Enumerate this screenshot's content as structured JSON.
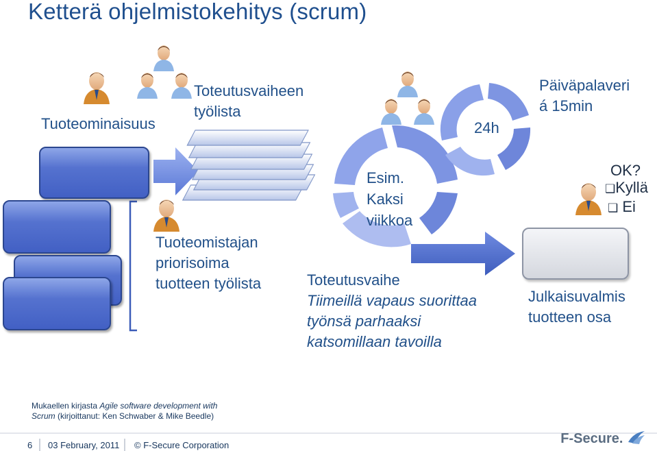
{
  "title": "Ketterä ohjelmistokehitys (scrum)",
  "labels": {
    "product_features": "Tuoteominaisuus",
    "sprint_backlog_line1": "Toteutusvaiheen",
    "sprint_backlog_line2": "työlista",
    "product_backlog_line1": "Tuoteomistajan",
    "product_backlog_line2": "priorisoima",
    "product_backlog_line3": "tuotteen työlista",
    "cycle_line1": "Esim.",
    "cycle_line2": "Kaksi",
    "cycle_line3": "viikkoa",
    "daily_cycle": "24h",
    "daily_meeting_line1": "Päiväpalaveri",
    "daily_meeting_line2": "á 15min",
    "sprint_title": "Toteutusvaihe",
    "sprint_desc_line1": "Tiimeillä vapaus suorittaa",
    "sprint_desc_line2": "työnsä parhaaksi",
    "sprint_desc_line3": "katsomillaan tavoilla",
    "ok_question": "OK?",
    "option_yes": "Kyllä",
    "option_no": "Ei",
    "release_line1": "Julkaisuvalmis",
    "release_line2": "tuotteen osa"
  },
  "footnote": {
    "prefix": "Mukaellen kirjasta ",
    "book_title_1": "Agile software development with",
    "book_title_2": "Scrum",
    "suffix": " (kirjoittanut: Ken Schwaber & Mike Beedle)"
  },
  "footer": {
    "page_number": "6",
    "date": "03 February, 2011",
    "copyright": "© F-Secure Corporation",
    "logo_text": "F-Secure."
  },
  "colors": {
    "title": "#1f4f8e",
    "box_blue": "#4f6bcc",
    "arrow_blue": "#6f8de0",
    "arrow_dark": "#3f5fb8",
    "cycle_light": "#9cb0ee"
  }
}
